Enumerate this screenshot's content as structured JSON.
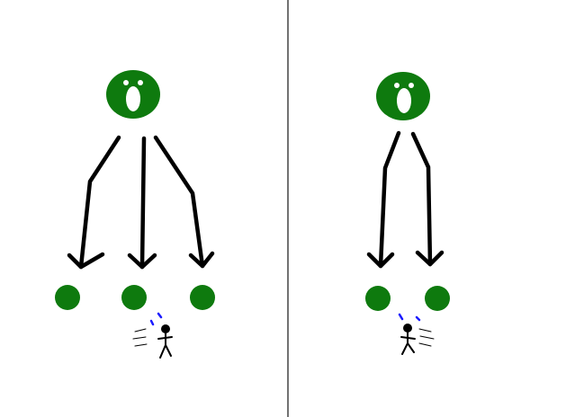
{
  "colors": {
    "background": "#ffffff",
    "node": "#0e7a0e",
    "arrow": "#000000",
    "divider": "#444444",
    "figure": "#000000",
    "sweat": "#1a1aff"
  },
  "panels": [
    {
      "id": "left",
      "source": "face-icon-open-mouth",
      "arrow_count": 3,
      "target_count": 3,
      "figure": "stick-figure-running-left-icon"
    },
    {
      "id": "right",
      "source": "face-icon-open-mouth",
      "arrow_count": 2,
      "target_count": 2,
      "figure": "stick-figure-running-right-icon"
    }
  ]
}
